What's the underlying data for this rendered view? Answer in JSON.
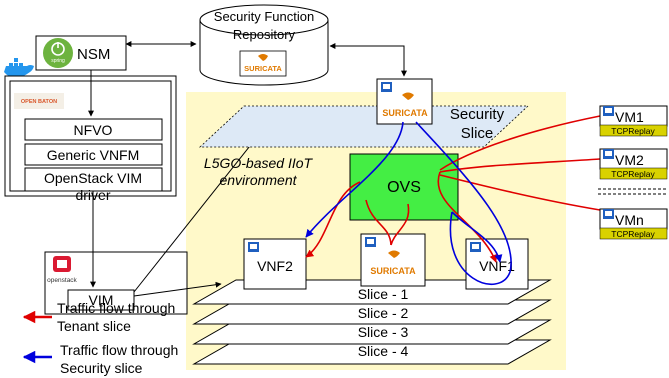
{
  "repository": {
    "label_line1": "Security Function",
    "label_line2": "Repository",
    "logo_text": "SURICATA"
  },
  "nsm": {
    "label": "NSM",
    "logo_text": "spring"
  },
  "open_baton": {
    "logo_text": "OPEN BATON",
    "items": [
      "NFVO",
      "Generic VNFM",
      "OpenStack VIM",
      "driver"
    ]
  },
  "openstack": {
    "logo_text": "openstack",
    "vim_label": "VIM"
  },
  "security_slice": {
    "label_line1": "Security",
    "label_line2": "Slice",
    "suricata_logo": "SURICATA"
  },
  "environment": {
    "line1": "L5GO-based IIoT",
    "line2": "environment"
  },
  "ovs": {
    "label": "OVS"
  },
  "vnfs": {
    "vnf2": "VNF2",
    "suricata_logo": "SURICATA",
    "vnf1": "VNF1"
  },
  "slices": [
    "Slice - 1",
    "Slice - 2",
    "Slice - 3",
    "Slice - 4"
  ],
  "vms": [
    {
      "label": "VM1",
      "tag": "TCPReplay"
    },
    {
      "label": "VM2",
      "tag": "TCPReplay"
    },
    {
      "label": "VMn",
      "tag": "TCPReplay"
    }
  ],
  "legend": {
    "tenant_line1": "Traffic flow through",
    "tenant_line2": "Tenant slice",
    "security_line1": "Traffic flow through",
    "security_line2": "Security slice"
  },
  "colors": {
    "environment_bg": "#fff9c9",
    "security_slice_fill": "#dde9f6",
    "ovs_fill": "#44ee44",
    "tag_fill": "#d9d200",
    "tenant_flow": "#e00000",
    "security_flow": "#0000dd",
    "suricata_orange": "#e07a00"
  }
}
